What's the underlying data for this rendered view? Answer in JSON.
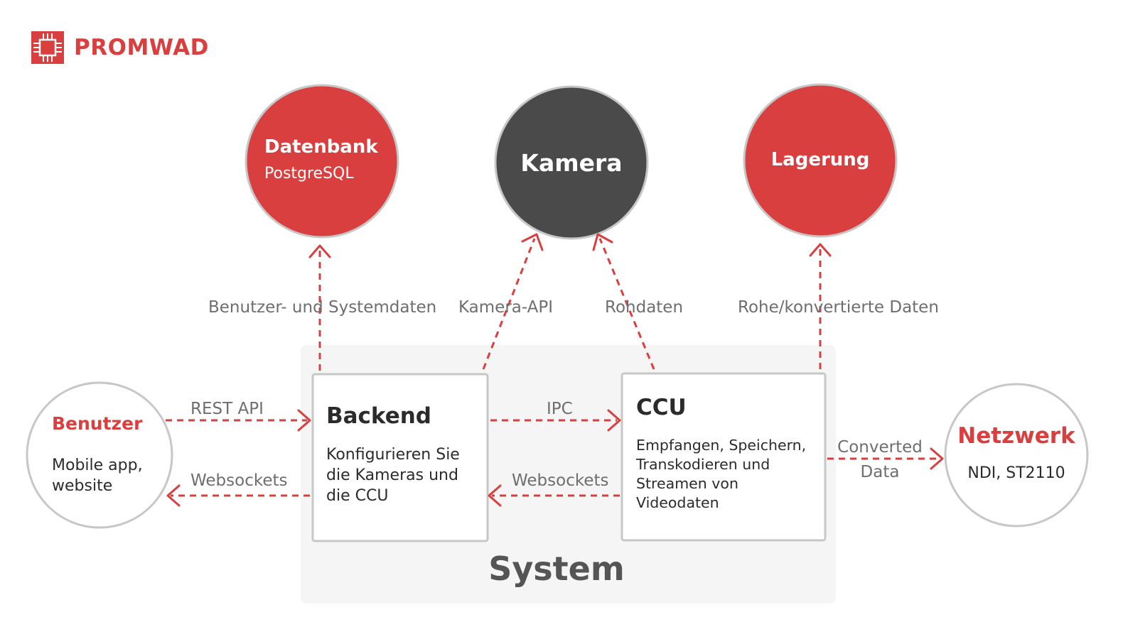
{
  "brand": {
    "name": "PROMWAD",
    "logo_icon": "chip-logo-icon",
    "color": "#d93f3f"
  },
  "colors": {
    "accent": "#d93f3f",
    "dark_node": "#4a4a4a",
    "system_bg": "#f5f5f5",
    "border": "#c7c7c7",
    "label": "#6e6e6e"
  },
  "nodes": {
    "datenbank": {
      "title": "Datenbank",
      "subtitle": "PostgreSQL"
    },
    "kamera": {
      "title": "Kamera"
    },
    "lagerung": {
      "title": "Lagerung"
    },
    "benutzer": {
      "title": "Benutzer",
      "desc_line1": "Mobile app,",
      "desc_line2": "website"
    },
    "netzwerk": {
      "title": "Netzwerk",
      "desc": "NDI, ST2110"
    },
    "backend": {
      "title": "Backend",
      "desc_line1": "Konfigurieren Sie",
      "desc_line2": "die Kameras und",
      "desc_line3": "die CCU"
    },
    "ccu": {
      "title": "CCU",
      "desc_line1": "Empfangen, Speichern,",
      "desc_line2": "Transkodieren und",
      "desc_line3": "Streamen von",
      "desc_line4": "Videodaten"
    }
  },
  "edges": {
    "backend_to_datenbank": "Benutzer- und Systemdaten",
    "backend_to_kamera": "Kamera-API",
    "ccu_to_kamera": "Rohdaten",
    "ccu_to_lagerung": "Rohe/konvertierte Daten",
    "benutzer_to_backend": "REST API",
    "backend_to_benutzer": "Websockets",
    "backend_to_ccu": "IPC",
    "ccu_to_backend": "Websockets",
    "ccu_to_netzwerk_line1": "Converted",
    "ccu_to_netzwerk_line2": "Data"
  },
  "system": {
    "label": "System"
  }
}
